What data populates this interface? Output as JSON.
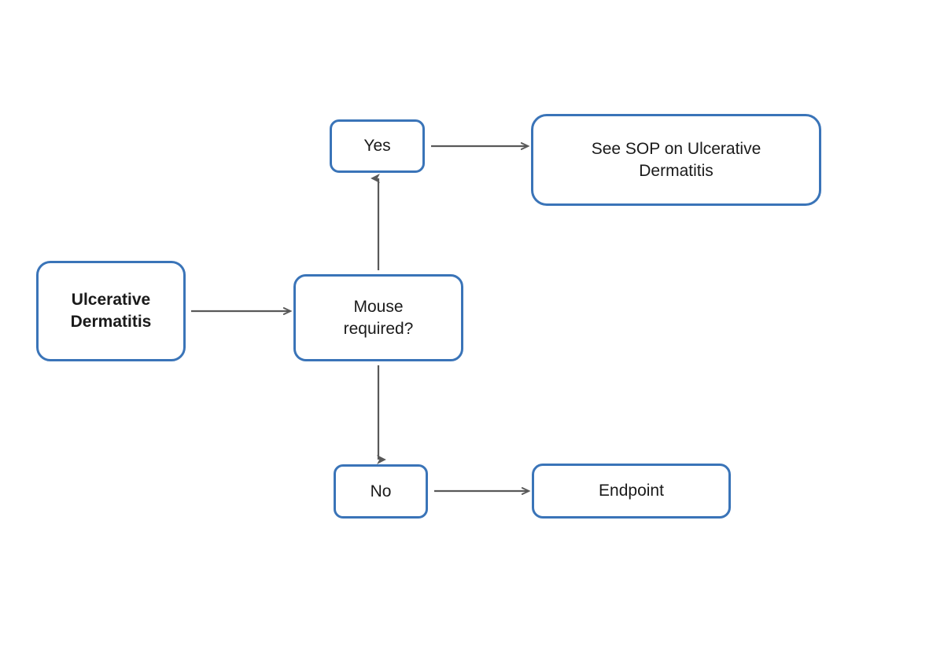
{
  "diagram": {
    "title": "Ulcerative Dermatitis decision flowchart",
    "background_color": "#ffffff",
    "node_border_color": "#3a74b8",
    "node_fill_color": "#ffffff",
    "connector_color": "#595959",
    "text_color": "#1a1a1a",
    "nodes": [
      {
        "id": "start",
        "label": "Ulcerative\nDermatitis",
        "shape": "rounded-rectangle",
        "emphasis": "bold"
      },
      {
        "id": "decision",
        "label": "Mouse\nrequired?",
        "shape": "rounded-rectangle",
        "emphasis": "normal"
      },
      {
        "id": "yes",
        "label": "Yes",
        "shape": "rounded-rectangle",
        "emphasis": "normal"
      },
      {
        "id": "no",
        "label": "No",
        "shape": "rounded-rectangle",
        "emphasis": "normal"
      },
      {
        "id": "sop",
        "label": "See SOP on Ulcerative\nDermatitis",
        "shape": "rounded-rectangle",
        "emphasis": "normal"
      },
      {
        "id": "endpoint",
        "label": "Endpoint",
        "shape": "rounded-rectangle",
        "emphasis": "normal"
      }
    ],
    "connectors": [
      {
        "id": "start-to-decision",
        "from": "start",
        "to": "decision",
        "direction": "right",
        "label": ""
      },
      {
        "id": "decision-to-yes",
        "from": "decision",
        "to": "yes",
        "direction": "up",
        "label": ""
      },
      {
        "id": "decision-to-no",
        "from": "decision",
        "to": "no",
        "direction": "down",
        "label": ""
      },
      {
        "id": "yes-to-sop",
        "from": "yes",
        "to": "sop",
        "direction": "right",
        "label": ""
      },
      {
        "id": "no-to-endpoint",
        "from": "no",
        "to": "endpoint",
        "direction": "right",
        "label": ""
      }
    ]
  }
}
